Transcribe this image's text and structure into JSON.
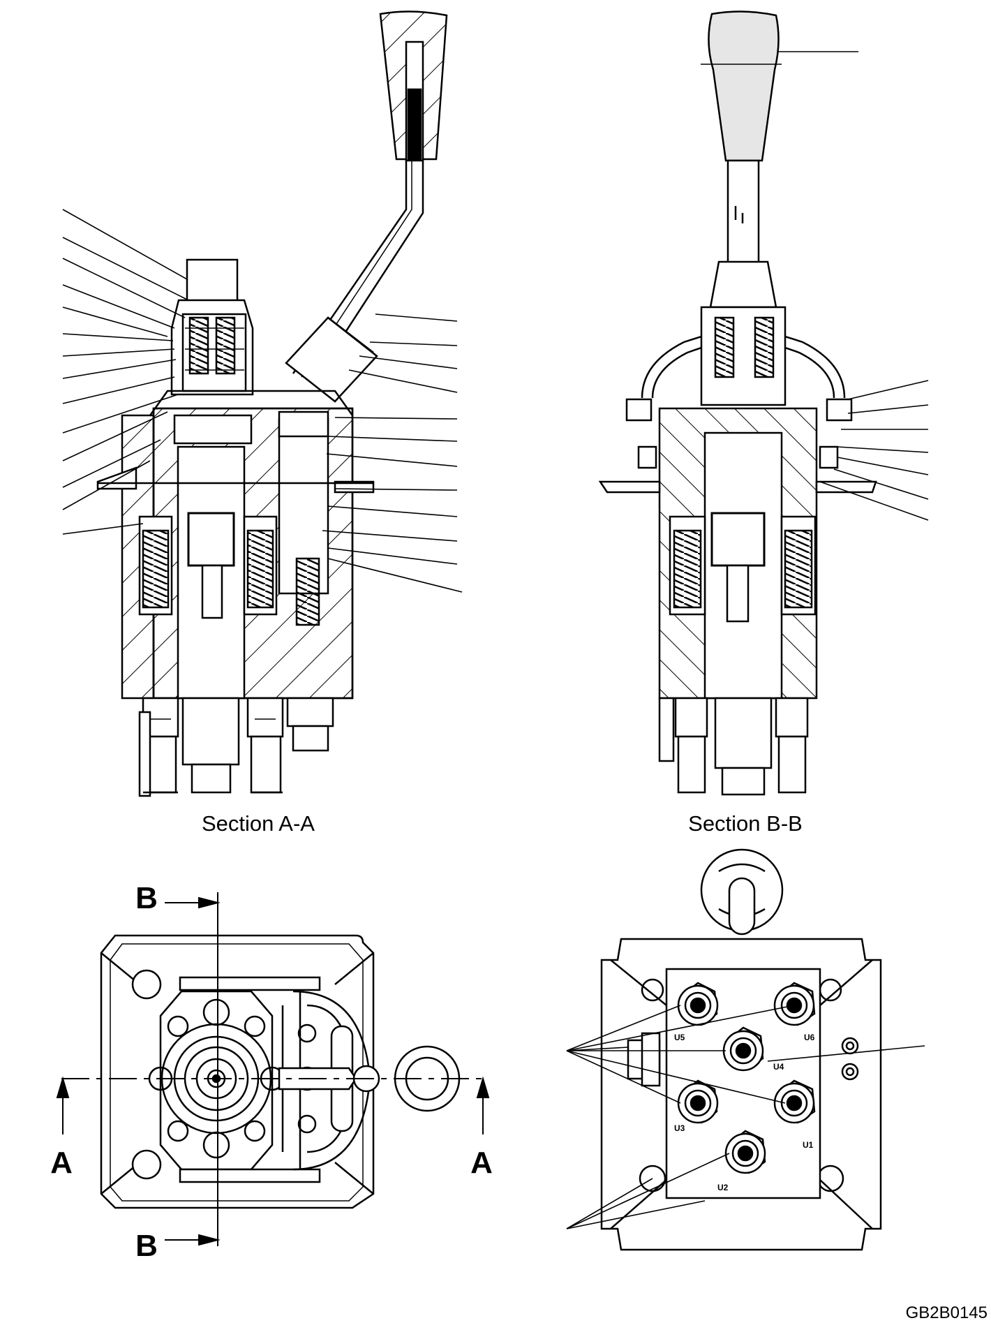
{
  "sections": {
    "aa_caption": "Section A-A",
    "bb_caption": "Section B-B"
  },
  "views": {
    "top_view": {
      "section_b_top": "B",
      "section_b_bottom": "B",
      "section_a_left": "A",
      "section_a_right": "A"
    },
    "port_view": {
      "ports": [
        "U5",
        "U6",
        "U4",
        "U3",
        "U1",
        "U2"
      ]
    }
  },
  "drawing_code": "GB2B0145",
  "colors": {
    "line": "#000000",
    "background": "#ffffff",
    "handle_fill": "#e6e6e6"
  }
}
